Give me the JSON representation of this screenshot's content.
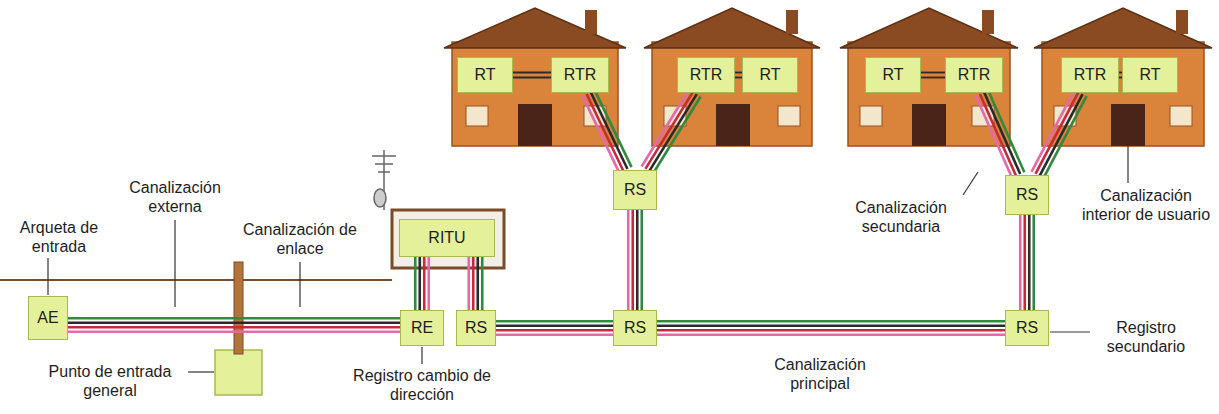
{
  "diagram": {
    "nodes": [
      {
        "text": [
          "RT"
        ]
      },
      {
        "text": [
          "RTR"
        ]
      },
      {
        "text": [
          "RTR"
        ]
      },
      {
        "text": [
          "RT"
        ]
      },
      {
        "text": [
          "RT"
        ]
      },
      {
        "text": [
          "RTR"
        ]
      },
      {
        "text": [
          "RTR"
        ]
      },
      {
        "text": [
          "RT"
        ]
      },
      {
        "text": [
          "RS"
        ]
      },
      {
        "text": [
          "RS"
        ]
      },
      {
        "text": [
          "RITU"
        ]
      },
      {
        "text": [
          "AE"
        ]
      },
      {
        "text": [
          "RE"
        ]
      },
      {
        "text": [
          "RS"
        ]
      },
      {
        "text": [
          "RS"
        ]
      },
      {
        "text": [
          "RS"
        ]
      }
    ],
    "edges": [
      {
        "from": 0,
        "to": 1,
        "arrow": "none"
      },
      {
        "from": 2,
        "to": 3,
        "arrow": "none"
      },
      {
        "from": 4,
        "to": 5,
        "arrow": "none"
      },
      {
        "from": 6,
        "to": 7,
        "arrow": "none"
      },
      {
        "from": 1,
        "to": 8,
        "arrow": "none"
      },
      {
        "from": 2,
        "to": 8,
        "arrow": "none"
      },
      {
        "from": 8,
        "to": 14,
        "arrow": "none"
      },
      {
        "from": 5,
        "to": 9,
        "arrow": "none"
      },
      {
        "from": 6,
        "to": 9,
        "arrow": "none"
      },
      {
        "from": 9,
        "to": 15,
        "arrow": "none"
      },
      {
        "from": 11,
        "to": 12,
        "arrow": "none"
      },
      {
        "from": 12,
        "to": 10,
        "arrow": "none"
      },
      {
        "from": 10,
        "to": 13,
        "arrow": "none"
      },
      {
        "from": 13,
        "to": 14,
        "arrow": "none"
      },
      {
        "from": 14,
        "to": 15,
        "arrow": "none"
      }
    ],
    "labels": [
      "Canalización externa",
      "Arqueta de entrada",
      "Canalización de enlace",
      "Punto de entrada general",
      "Registro cambio de dirección",
      "Canalización principal",
      "Registro secundario",
      "Canalización secundaria",
      "Canalización interior de usuario"
    ]
  }
}
